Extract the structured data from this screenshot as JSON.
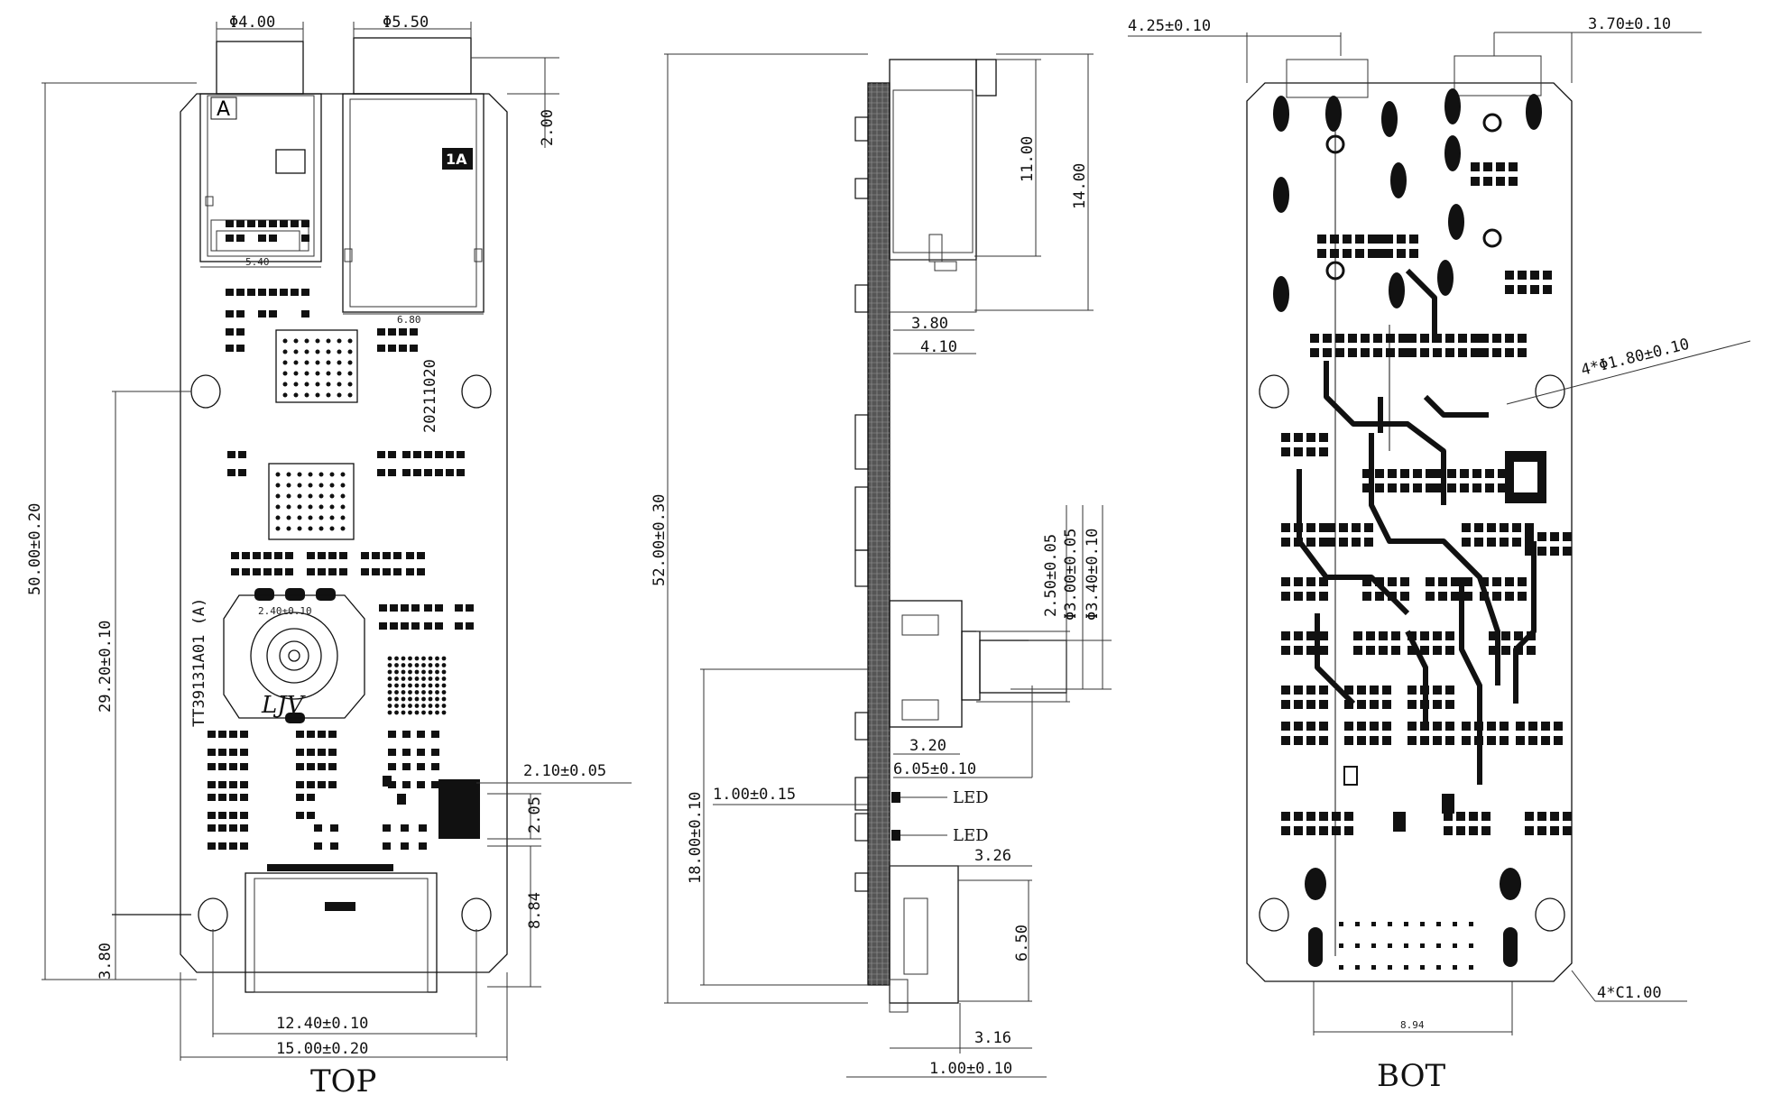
{
  "views": {
    "top": {
      "title": "TOP",
      "dims": {
        "d400": "Φ4.00",
        "d550": "Φ5.50",
        "h200": "2.00",
        "w540": "5.40",
        "w680": "6.80",
        "h5000": "50.00±0.20",
        "h2920": "29.20±0.10",
        "h380": "3.80",
        "d240": "2.40±0.10",
        "w210": "2.10±0.05",
        "h205": "2.05",
        "h884": "8.84",
        "w1240": "12.40±0.10",
        "w1500": "15.00±0.20"
      },
      "silk": {
        "part_no": "TT39131A01 (A)",
        "date": "20211020",
        "logo": "LJV",
        "mark_a": "A",
        "mark_1a": "1A"
      }
    },
    "side": {
      "dims": {
        "h5200": "52.00±0.30",
        "h1100": "11.00",
        "h1400": "14.00",
        "w380": "3.80",
        "w410": "4.10",
        "d250": "2.50±0.05",
        "d300": "Φ3.00±0.05",
        "d340": "Φ3.40±0.10",
        "w320": "3.20",
        "w605": "6.05±0.10",
        "w100a": "1.00±0.15",
        "h1800": "18.00±0.10",
        "w326": "3.26",
        "h650": "6.50",
        "w316": "3.16",
        "w100b": "1.00±0.10"
      },
      "led_labels": [
        "LED",
        "LED"
      ]
    },
    "bottom": {
      "title": "BOT",
      "dims": {
        "w425": "4.25±0.10",
        "w370": "3.70±0.10",
        "hole": "4*Φ1.80±0.10",
        "chamfer": "4*C1.00",
        "w894": "8.94"
      }
    }
  }
}
